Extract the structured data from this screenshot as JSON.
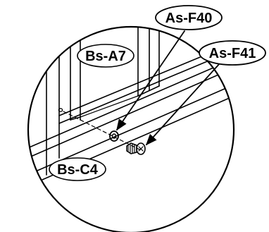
{
  "labels": {
    "as_f40": "As-F40",
    "as_f41": "As-F41",
    "bs_a7": "Bs-A7",
    "bs_c4": "Bs-C4"
  },
  "colors": {
    "line": "#000000",
    "background": "#ffffff"
  }
}
